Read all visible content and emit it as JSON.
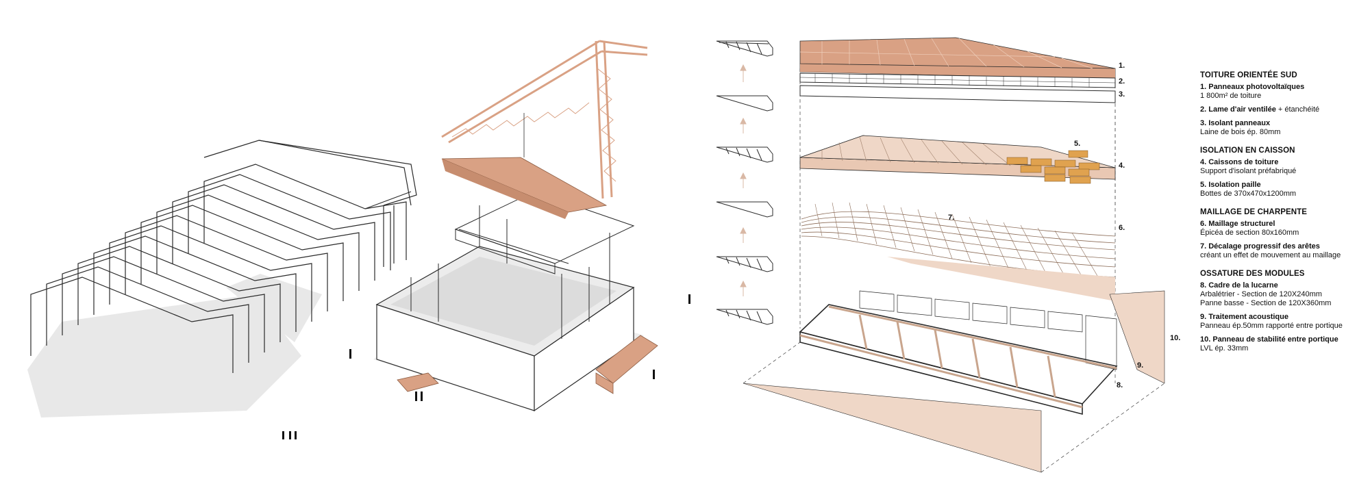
{
  "callouts": [
    "1.",
    "2.",
    "3.",
    "4.",
    "5.",
    "6.",
    "7.",
    "8.",
    "9.",
    "10."
  ],
  "legend": {
    "sections": [
      {
        "title": "TOITURE ORIENTÉE SUD",
        "items": [
          {
            "title": "1. Panneaux photovoltaïques",
            "desc": "1 800m² de toiture"
          },
          {
            "title": "2. Lame d'air ventilée",
            "title_extra": " + étanchéité",
            "desc": ""
          },
          {
            "title": "3. Isolant panneaux",
            "desc": "Laine de bois ép. 80mm"
          }
        ]
      },
      {
        "title": "ISOLATION EN CAISSON",
        "items": [
          {
            "title": "4. Caissons de toiture",
            "desc": "Support d'isolant préfabriqué"
          },
          {
            "title": "5. Isolation paille",
            "desc": "Bottes de 370x470x1200mm"
          }
        ]
      },
      {
        "title": "MAILLAGE DE CHARPENTE",
        "items": [
          {
            "title": "6. Maillage structurel",
            "desc": "Épicéa de section 80x160mm"
          },
          {
            "title": "7. Décalage progressif des arêtes",
            "desc": "créant un effet de mouvement au maillage"
          }
        ]
      },
      {
        "title": "OSSATURE DES MODULES",
        "items": [
          {
            "title": "8. Cadre de la lucarne",
            "desc": "Arbalétrier - Section de 120X240mm\nPanne basse - Section de 120X360mm"
          },
          {
            "title": "9. Traitement acoustique",
            "desc": "Panneau ép.50mm rapporté entre portique"
          },
          {
            "title": "10. Panneau de stabilité entre portique",
            "desc": "LVL ép. 33mm"
          }
        ]
      }
    ]
  },
  "colors": {
    "terracotta": "#d9a184",
    "terracotta_light": "#efd7c7",
    "line": "#2a2a2a",
    "shadow": "#e6e6e6"
  }
}
